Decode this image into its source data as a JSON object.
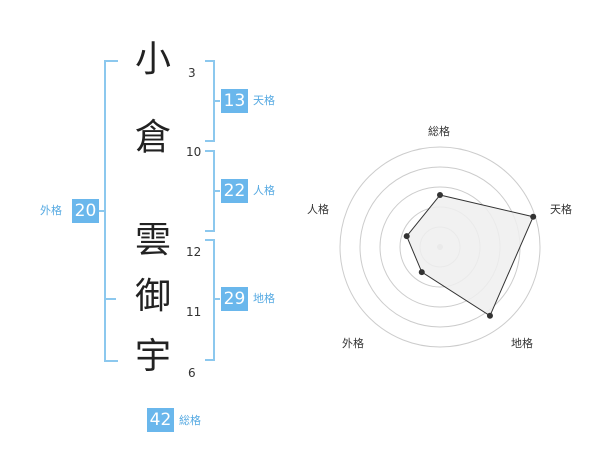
{
  "name": {
    "characters": [
      {
        "char": "小",
        "strokes": "3"
      },
      {
        "char": "倉",
        "strokes": "10"
      },
      {
        "char": "雲",
        "strokes": "12"
      },
      {
        "char": "御",
        "strokes": "11"
      },
      {
        "char": "宇",
        "strokes": "6"
      }
    ]
  },
  "scores": {
    "tenkaku": {
      "value": "13",
      "label": "天格"
    },
    "jinkaku": {
      "value": "22",
      "label": "人格"
    },
    "chikaku": {
      "value": "29",
      "label": "地格"
    },
    "gaikaku": {
      "value": "20",
      "label": "外格"
    },
    "soukaku": {
      "value": "42",
      "label": "総格"
    }
  },
  "radar": {
    "axes": [
      "総格",
      "天格",
      "地格",
      "外格",
      "人格"
    ],
    "levels": 5,
    "values": [
      0.52,
      0.98,
      0.85,
      0.31,
      0.35
    ],
    "colors": {
      "fill": "#eeeeee",
      "stroke": "#333333",
      "grid": "#cccccc",
      "center": "#cccccc"
    }
  },
  "colors": {
    "accent": "#6ab7ec",
    "bracket": "#8cc8ee"
  }
}
